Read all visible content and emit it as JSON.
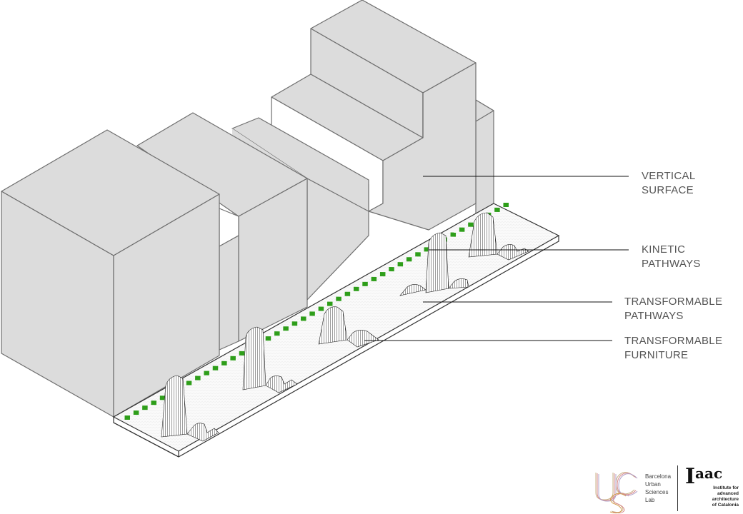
{
  "diagram": {
    "type": "axonometric-street-diagram",
    "colors": {
      "building_fill": "#dcdcdc",
      "building_stroke": "#6e6e6e",
      "street_fill": "#f8f8f8",
      "pathway_green": "#2e9e1a",
      "leader_line": "#111111",
      "label_text": "#555555"
    }
  },
  "labels": [
    {
      "id": "vertical-surface",
      "lines": [
        "VERTICAL",
        "SURFACE"
      ]
    },
    {
      "id": "kinetic-pathways",
      "lines": [
        "KINETIC",
        "PATHWAYS"
      ]
    },
    {
      "id": "transformable-pathways",
      "lines": [
        "TRANSFORMABLE",
        "PATHWAYS"
      ]
    },
    {
      "id": "transformable-furniture",
      "lines": [
        "TRANSFORMABLE",
        "FURNITURE"
      ]
    }
  ],
  "logos": {
    "usl": {
      "mark": "USL",
      "lines": [
        "Barcelona",
        "Urban",
        "Sciences",
        "Lab"
      ]
    },
    "iaac": {
      "mark_big": "I",
      "mark_small": "aac",
      "lines": [
        "Institute for",
        "advanced",
        "architecture",
        "of Catalonia"
      ]
    }
  }
}
